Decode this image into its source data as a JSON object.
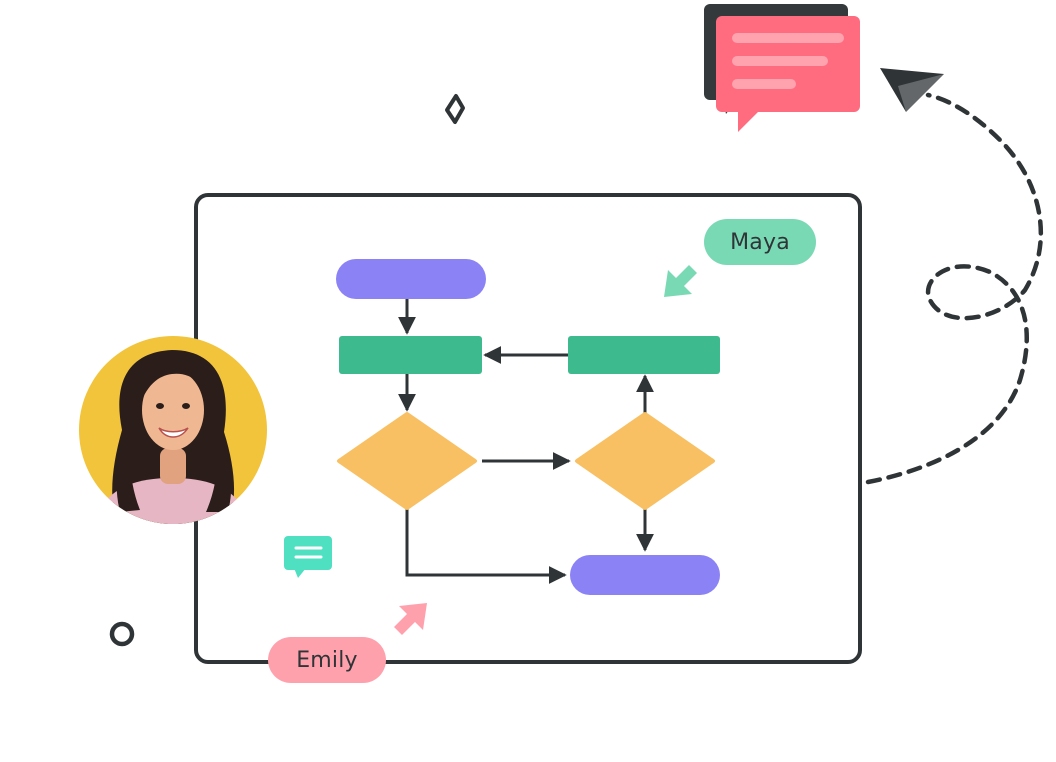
{
  "collaborators": [
    {
      "id": "maya",
      "label": "Maya",
      "color": "#7ad9b5"
    },
    {
      "id": "emily",
      "label": "Emily",
      "color": "#ffa1ad"
    }
  ],
  "icons": {
    "avatar": "person-portrait",
    "chat": "chat-bubble-icon",
    "plane": "paper-plane-icon",
    "sparkle": "sparkle-icon",
    "ring": "ring-icon"
  },
  "colors": {
    "frame": "#2f3437",
    "terminal": "#8b82f5",
    "process": "#3dbb8e",
    "decision": "#f8c062",
    "chat_primary": "#ff6b7f",
    "chat_shadow": "#343a3c",
    "avatar_bg": "#f2c43b",
    "chat_small": "#4fe0c1"
  }
}
